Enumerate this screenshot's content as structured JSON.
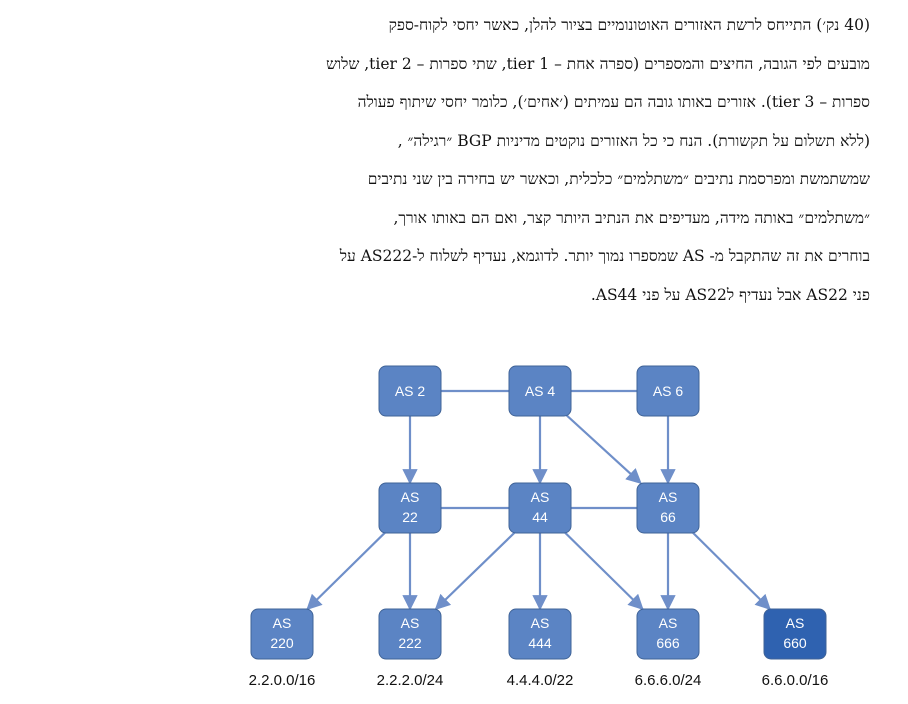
{
  "question": {
    "lines": [
      "(40 נק׳) התייחס לרשת האזורים האוטונומיים בציור להלן, כאשר יחסי לקוח-ספק",
      "מובעים לפי הגובה, החיצים והמספרים (ספרה אחת – tier 1, שתי ספרות – tier 2, שלוש",
      "ספרות – tier 3). אזורים באותו גובה הם עמיתים (׳אחים׳), כלומר יחסי שיתוף פעולה",
      "(ללא תשלום על תקשורת). הנח כי כל האזורים נוקטים מדיניות BGP ״רגילה״ ,",
      "שמשתמשת ומפרסמת נתיבים ״משתלמים״ כלכלית, וכאשר יש בחירה בין שני נתיבים",
      "״משתלמים״ באותה מידה, מעדיפים את הנתיב היותר קצר, ואם הם באותו אורך,",
      "בוחרים את זה שהתקבל מ- AS שמספרו נמוך יותר. לדוגמא, נעדיף לשלוח ל-AS222 על",
      "פני AS22 אבל נעדיף לAS22 על פני AS44."
    ]
  },
  "diagram": {
    "colors": {
      "node_fill": "#5b84c4",
      "node_stroke": "#3f6397",
      "highlight_fill": "#2f62b0",
      "edge": "#6f8fc9",
      "node_text": "#ffffff"
    },
    "nodes": [
      {
        "id": "as2",
        "lines": [
          "AS 2"
        ],
        "tier": 1
      },
      {
        "id": "as4",
        "lines": [
          "AS 4"
        ],
        "tier": 1
      },
      {
        "id": "as6",
        "lines": [
          "AS 6"
        ],
        "tier": 1
      },
      {
        "id": "as22",
        "lines": [
          "AS",
          "22"
        ],
        "tier": 2
      },
      {
        "id": "as44",
        "lines": [
          "AS",
          "44"
        ],
        "tier": 2
      },
      {
        "id": "as66",
        "lines": [
          "AS",
          "66"
        ],
        "tier": 2
      },
      {
        "id": "as220",
        "lines": [
          "AS",
          "220"
        ],
        "tier": 3,
        "prefix": "2.2.0.0/16"
      },
      {
        "id": "as222",
        "lines": [
          "AS",
          "222"
        ],
        "tier": 3,
        "prefix": "2.2.2.0/24"
      },
      {
        "id": "as444",
        "lines": [
          "AS",
          "444"
        ],
        "tier": 3,
        "prefix": "4.4.4.0/22"
      },
      {
        "id": "as666",
        "lines": [
          "AS",
          "666"
        ],
        "tier": 3,
        "prefix": "6.6.6.0/24"
      },
      {
        "id": "as660",
        "lines": [
          "AS",
          "660"
        ],
        "tier": 3,
        "prefix": "6.6.0.0/16",
        "highlight": true
      }
    ],
    "peer_links": [
      [
        "as2",
        "as4"
      ],
      [
        "as4",
        "as6"
      ],
      [
        "as22",
        "as44"
      ],
      [
        "as44",
        "as66"
      ]
    ],
    "provider_customer_links": [
      [
        "as2",
        "as22"
      ],
      [
        "as4",
        "as44"
      ],
      [
        "as4",
        "as66"
      ],
      [
        "as6",
        "as66"
      ],
      [
        "as22",
        "as220"
      ],
      [
        "as22",
        "as222"
      ],
      [
        "as44",
        "as222"
      ],
      [
        "as44",
        "as444"
      ],
      [
        "as44",
        "as666"
      ],
      [
        "as66",
        "as666"
      ],
      [
        "as66",
        "as660"
      ]
    ]
  }
}
